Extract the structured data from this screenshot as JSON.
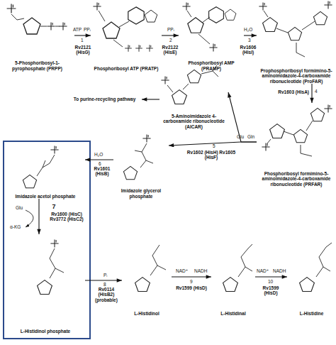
{
  "diagram": {
    "nodes": [
      {
        "text": [
          "5-Phosphoribosyl-1-pyrophosphate (PRPP)"
        ]
      },
      {
        "text": [
          "Phosphoribosyl ATP (PRATP)"
        ]
      },
      {
        "text": [
          "Phosphoribosyl AMP (PRAMP)"
        ]
      },
      {
        "text": [
          "Prophosphoribosyl formimino-5-aminoimidazole-4-carboxamide ribonucleotide (ProFAR)"
        ]
      },
      {
        "text": [
          "5-Aminoimidazole 4-carboxamide ribonucleotide (AICAR)"
        ]
      },
      {
        "text": [
          "Phosphoribosyl formimino-5-aminoimidazole-4-carboxamide ribonucleotide (PRFAR)"
        ]
      },
      {
        "text": [
          "To purine-recycling pathway"
        ]
      },
      {
        "text": [
          "Imidazole glycerol phosphate"
        ]
      },
      {
        "text": [
          "7",
          "Rv1600 (HisC) Rv3772 (HisC2)"
        ]
      },
      {
        "text": [
          "Imidazole acetol phosphate"
        ],
        "in": 8
      },
      {
        "text": [
          "L-Histidinol phosphate"
        ],
        "in": 8
      },
      {
        "text": [
          "L-Histidinol"
        ]
      },
      {
        "text": [
          "L-Histidinal"
        ]
      },
      {
        "text": [
          "L-Histidine"
        ]
      }
    ],
    "edges": [
      {
        "from": 0,
        "to": 1,
        "arrow": "to",
        "label": "Rv2121 (HisG)"
      },
      {
        "from": 1,
        "to": 2,
        "arrow": "to",
        "label": "Rv2122 (HisE)"
      },
      {
        "from": 2,
        "to": 3,
        "arrow": "to",
        "label": "Rv1606 (HisI)"
      },
      {
        "from": 3,
        "to": 5,
        "arrow": "to",
        "label": "Rv1603 (HisA)"
      },
      {
        "from": 5,
        "to": 4,
        "arrow": "to"
      },
      {
        "from": 5,
        "to": 7,
        "arrow": "to",
        "label": "Rv1602 (HisH) Rv1605 (HisF)"
      },
      {
        "from": 4,
        "to": 6,
        "arrow": "to"
      },
      {
        "from": 7,
        "to": 9,
        "arrow": "to",
        "label": "Rv1601 (HisB)"
      },
      {
        "from": 9,
        "to": 10,
        "arrow": "to"
      },
      {
        "from": 10,
        "to": 11,
        "arrow": "to",
        "label": "Rv0114 (HisB2) (probable)"
      },
      {
        "from": 11,
        "to": 12,
        "arrow": "to",
        "label": "Rv1599 (HisD)"
      },
      {
        "from": 12,
        "to": 13,
        "arrow": "to",
        "label": "Rv1599 (HisD)"
      }
    ],
    "labels": [
      "ATP",
      "PPᵢ",
      "1",
      "PPᵢ",
      "2",
      "H₂O",
      "3",
      "4",
      "Glu",
      "Gln",
      "5",
      "H₂O",
      "6",
      "Glu",
      "α-KG",
      "Pᵢ",
      "8",
      "NAD⁺",
      "NADH",
      "9",
      "NAD⁺",
      "NADH",
      "10"
    ]
  }
}
